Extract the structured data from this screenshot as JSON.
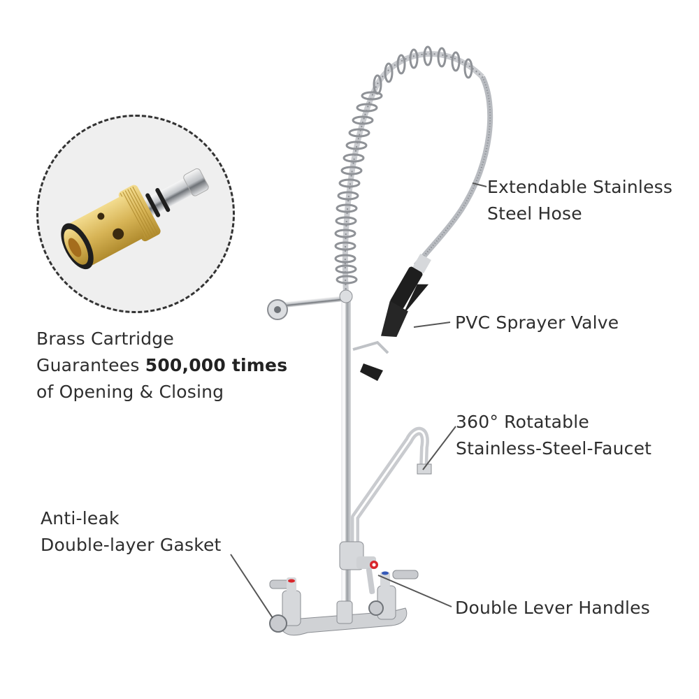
{
  "labels": {
    "cartridge": {
      "line1": "Brass Cartridge",
      "line2_prefix": "Guarantees ",
      "line2_bold": "500,000 times",
      "line3": "of Opening & Closing"
    },
    "hose": {
      "line1": "Extendable Stainless",
      "line2": "Steel Hose"
    },
    "sprayer": {
      "line1": "PVC Sprayer Valve"
    },
    "faucet": {
      "line1": "360° Rotatable",
      "line2": "Stainless-Steel-Faucet"
    },
    "gasket": {
      "line1": "Anti-leak",
      "line2": "Double-layer Gasket"
    },
    "handles": {
      "line1": "Double Lever Handles"
    }
  },
  "colors": {
    "background": "#ffffff",
    "text": "#2e2e2e",
    "leader_line": "#555555",
    "chrome": "#c9cbcf",
    "chrome_dark": "#8a8d92",
    "brass": "#d9b65a",
    "rubber": "#1e1e1e",
    "hot_red": "#d8262c",
    "cold_blue": "#3559b8",
    "circle_bg": "#efefef",
    "circle_border": "#333333"
  },
  "icons": {
    "cartridge": "brass-cartridge-illustration",
    "faucet": "pre-rinse-faucet-illustration"
  }
}
